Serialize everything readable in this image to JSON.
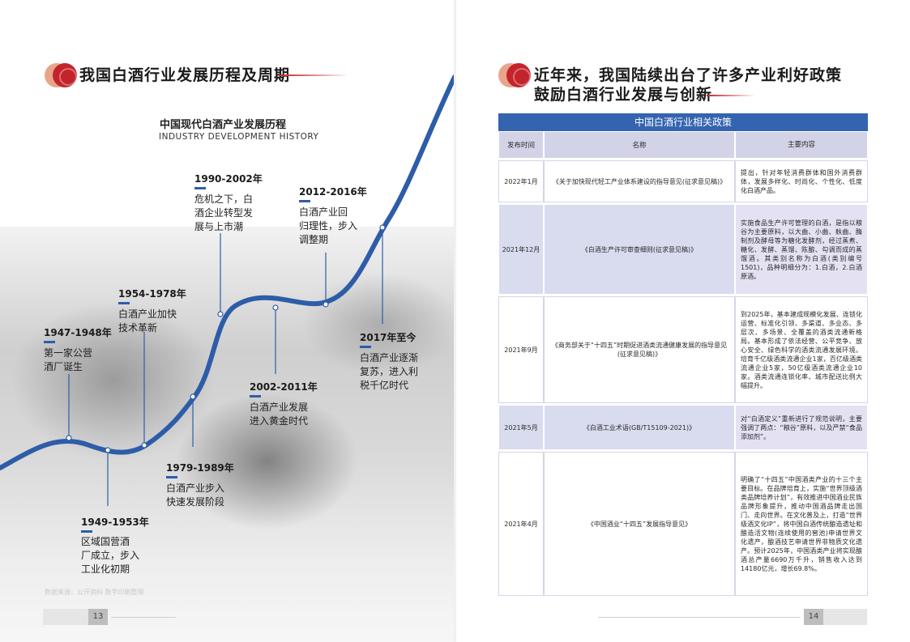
{
  "left_page": {
    "title": "我国白酒行业发展历程及周期",
    "history_title": "中国现代白酒产业发展历程",
    "history_subtitle": "INDUSTRY DEVELOPMENT HISTORY",
    "milestones": [
      {
        "year": "1947-1948年",
        "desc": [
          "第一家公营",
          "酒厂诞生"
        ]
      },
      {
        "year": "1949-1953年",
        "desc": [
          "区域国营酒",
          "厂成立，步入",
          "工业化初期"
        ]
      },
      {
        "year": "1954-1978年",
        "desc": [
          "白酒产业加快",
          "技术革新"
        ]
      },
      {
        "year": "1979-1989年",
        "desc": [
          "白酒产业步入",
          "快速发展阶段"
        ]
      },
      {
        "year": "1990-2002年",
        "desc": [
          "危机之下，白",
          "酒企业转型发",
          "展与上市潮"
        ]
      },
      {
        "year": "2002-2011年",
        "desc": [
          "白酒产业发展",
          "进入黄金时代"
        ]
      },
      {
        "year": "2012-2016年",
        "desc": [
          "白酒产业回",
          "归理性，步入",
          "调整期"
        ]
      },
      {
        "year": "2017年至今",
        "desc": [
          "白酒产业逐渐",
          "复苏，进入利",
          "税千亿时代"
        ]
      }
    ],
    "footer_note": "数据来源：公开资料 数字印刷整理",
    "page_number": "13",
    "colors": {
      "accent": "#2d5da8",
      "title_red": "#c3242c"
    }
  },
  "right_page": {
    "title_line1": "近年来，我国陆续出台了许多产业利好政策",
    "title_line2": "鼓励白酒行业发展与创新",
    "table_title": "中国白酒行业相关政策",
    "headers": {
      "date": "发布时间",
      "name": "名称",
      "content": "主要内容"
    },
    "rows": [
      {
        "date": "2022年1月",
        "name": "《关于加快现代轻工产业体系建设的指导意见(征求意见稿)》",
        "content": "提出，针对年轻消费群体和国外消费群体，发展多样化、时尚化、个性化、低度化白酒产品。"
      },
      {
        "date": "2021年12月",
        "name": "《白酒生产许可审查细则(征求意见稿)》",
        "content": "实施食品生产许可管理的白酒，是指以粮谷为主要原料，以大曲、小曲、麸曲、酶制剂及酵母等为糖化发酵剂，经过蒸煮、糖化、发酵、蒸馏、陈酿、勾调而成的蒸馏酒。其类别名称为白酒(类别编号1501)，品种明细分为：1.白酒，2.白酒原酒。"
      },
      {
        "date": "2021年9月",
        "name": "《商务部关于“十四五”时期促进酒类流通健康发展的指导意见(征求意见稿)》",
        "content": "到2025年，基本建成规模化发展、连锁化运营、标准化引领、多渠道、多业态、多层次、多场景、全覆盖的酒类流通新格局。基本形成了依法经营、公平竞争、放心安全、绿色科学的酒类流通发展环境。培育千亿级酒类流通企业1家，百亿级酒类流通企业5家，50亿级酒类流通企业10家。酒类流通连锁化率、城市配送比例大幅提升。"
      },
      {
        "date": "2021年5月",
        "name": "《白酒工业术语(GB/T15109-2021)》",
        "content": "对“白酒定义”重新进行了规范说明，主要强调了两点：“粮谷”原料，以及严禁“食品添加剂”。"
      },
      {
        "date": "2021年4月",
        "name": "《中国酒业“十四五”发展指导意见》",
        "content": "明确了“十四五”中国酒类产业的十三个主要目标。在品牌培育上，实施“世界顶级酒类品牌培养计划”，有效推进中国酒业民族品牌形象提升，推动中国酒品牌走出国门、走向世界。在文化普及上，打造“世界级酒文化IP”，将中国白酒传统酿造遗址和酿造活文物(连续使用的窖池)申请世界文化遗产，酿酒技艺申请世界非物质文化遗产。预计2025年，中国酒类产业将实现酿酒总产量6690万千升，销售收入达到14180亿元，增长69.8%。"
      }
    ],
    "page_number": "14"
  }
}
